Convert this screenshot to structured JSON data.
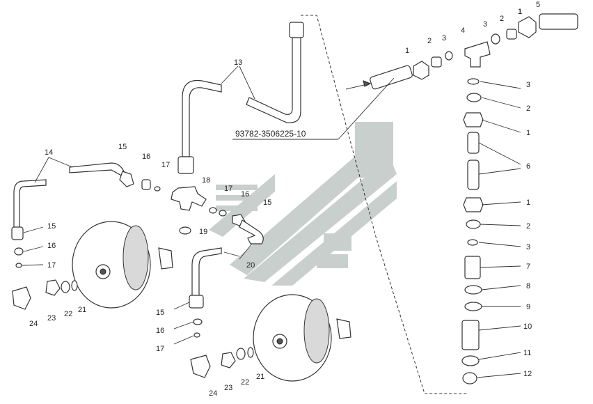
{
  "diagram": {
    "part_code": "93782-3506225-10",
    "callouts": [
      "1",
      "2",
      "3",
      "1",
      "5",
      "1",
      "2",
      "3",
      "4",
      "3",
      "2",
      "1",
      "6",
      "1",
      "2",
      "3",
      "7",
      "8",
      "9",
      "10",
      "11",
      "12",
      "13",
      "14",
      "15",
      "16",
      "17",
      "18",
      "17",
      "16",
      "15",
      "19",
      "20",
      "15",
      "16",
      "17",
      "24",
      "23",
      "22",
      "21",
      "15",
      "16",
      "17",
      "24",
      "23",
      "22",
      "21"
    ]
  }
}
